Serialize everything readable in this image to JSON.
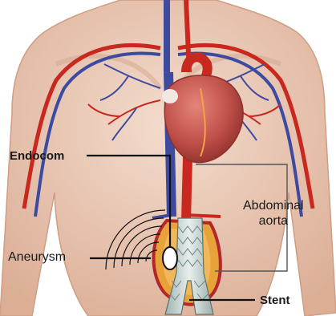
{
  "labels": {
    "endocom": "Endocom",
    "abdominal_aorta_line1": "Abdominal",
    "abdominal_aorta_line2": "aorta",
    "aneurysm": "Aneurysm",
    "stent": "Stent"
  },
  "colors": {
    "skin": "#ecc9b6",
    "skin_shadow": "#d9a991",
    "artery": "#c8281e",
    "vein": "#3c4aa0",
    "heart": "#c0504a",
    "aneurysm": "#e8a23a",
    "leader_line": "#111111"
  }
}
